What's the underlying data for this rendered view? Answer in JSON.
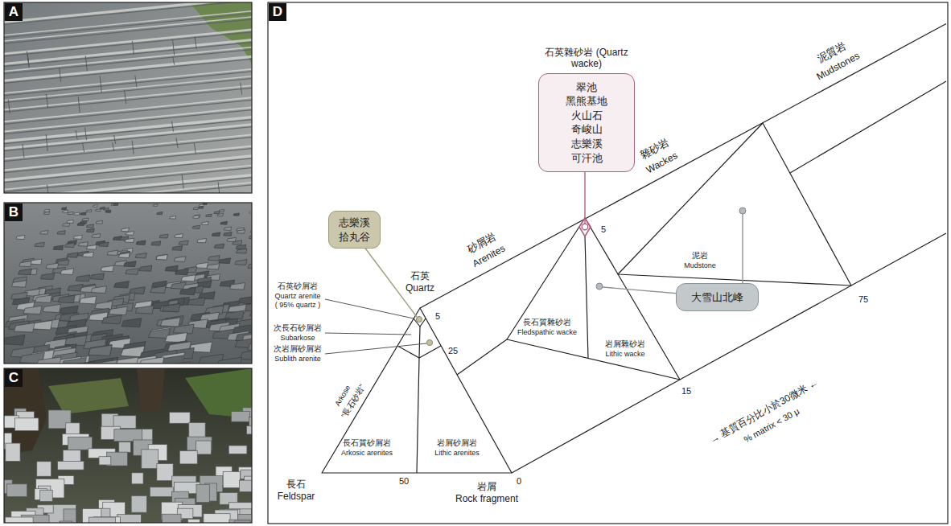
{
  "diagram": {
    "nodes": [
      {
        "text": [
          "石英雜砂岩 (Quartz wacke)",
          "翠池 黑熊基地 火山石 奇峻山 志樂溪 可汗池"
        ]
      },
      {
        "text": [
          "志樂溪 拾丸谷"
        ]
      },
      {
        "text": [
          "大雪山北峰"
        ]
      }
    ],
    "labels": [
      "A",
      "B",
      "C",
      "D",
      "泥質岩",
      "Mudstones",
      "雜砂岩",
      "Wackes",
      "砂屑岩",
      "Arenites",
      "石英",
      "Quartz",
      "石英砂屑岩",
      "Quartz arenite",
      "( 95% quartz )",
      "次長石砂屑岩",
      "Subarkose",
      "次岩屑砂屑岩",
      "Sublith arenite",
      "5",
      "25",
      "\"長石砂岩\"",
      "Arkose",
      "長石質砂屑岩",
      "Arkosic arenites",
      "岩屑砂屑岩",
      "Lithic arenites",
      "長石",
      "Feldspar",
      "50",
      "岩屑",
      "Rock fragment",
      "0",
      "長石質雜砂岩",
      "Fledspathic wacke",
      "岩屑雜砂岩",
      "Lithic wacke",
      "5",
      "15",
      "泥岩",
      "Mudstone",
      "75",
      "→ 基質百分比小於30微米 ←",
      "% matrix < 30 μ"
    ]
  }
}
